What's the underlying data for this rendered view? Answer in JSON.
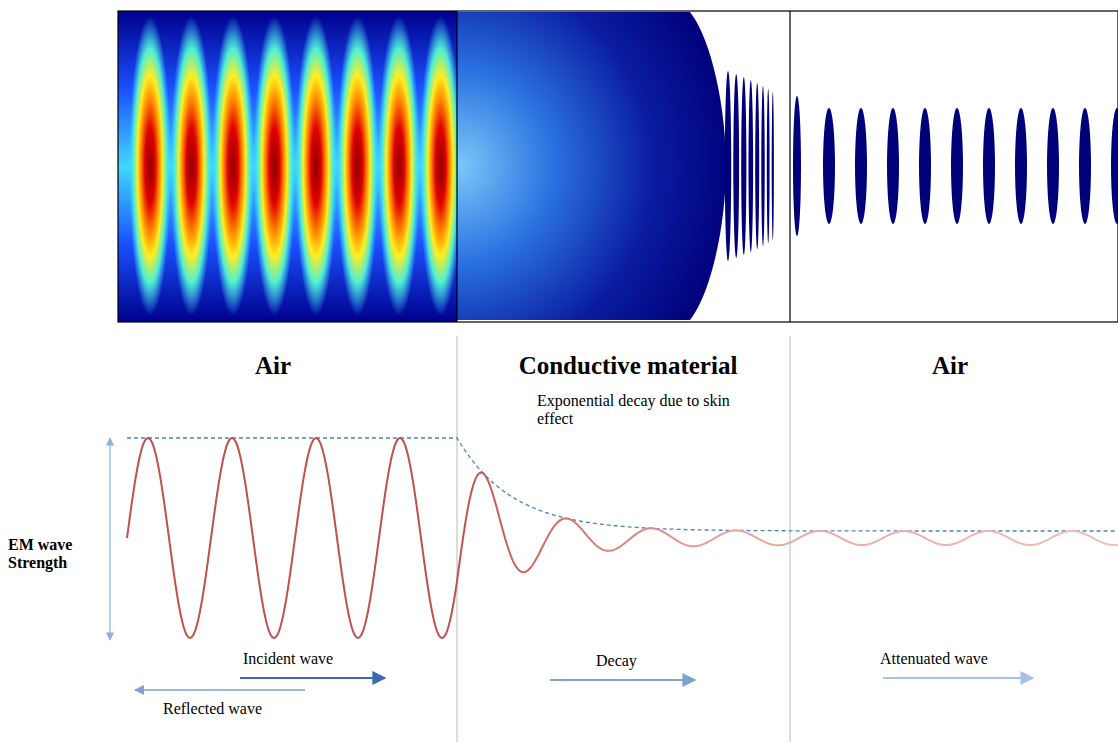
{
  "diagram": {
    "labels": [
      "Air",
      "Conductive material",
      "Air",
      "Exponential decay due to skin effect",
      "EM wave Strength",
      "Incident wave",
      "Reflected wave",
      "Decay",
      "Attenuated wave"
    ]
  }
}
